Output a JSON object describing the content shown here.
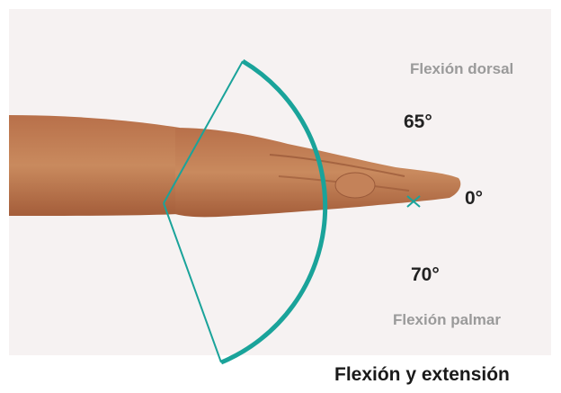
{
  "labels": {
    "dorsal_flexion": "Flexión dorsal",
    "dorsal_angle": "65°",
    "zero_angle": "0°",
    "palmar_angle": "70°",
    "palmar_flexion": "Flexión palmar"
  },
  "caption": "Flexión y extensión",
  "colors": {
    "arc": "#1aa39a",
    "background": "#f6f2f2",
    "skin": "#c8835a",
    "label_gray": "#9a9a9a",
    "label_dark": "#222222"
  }
}
